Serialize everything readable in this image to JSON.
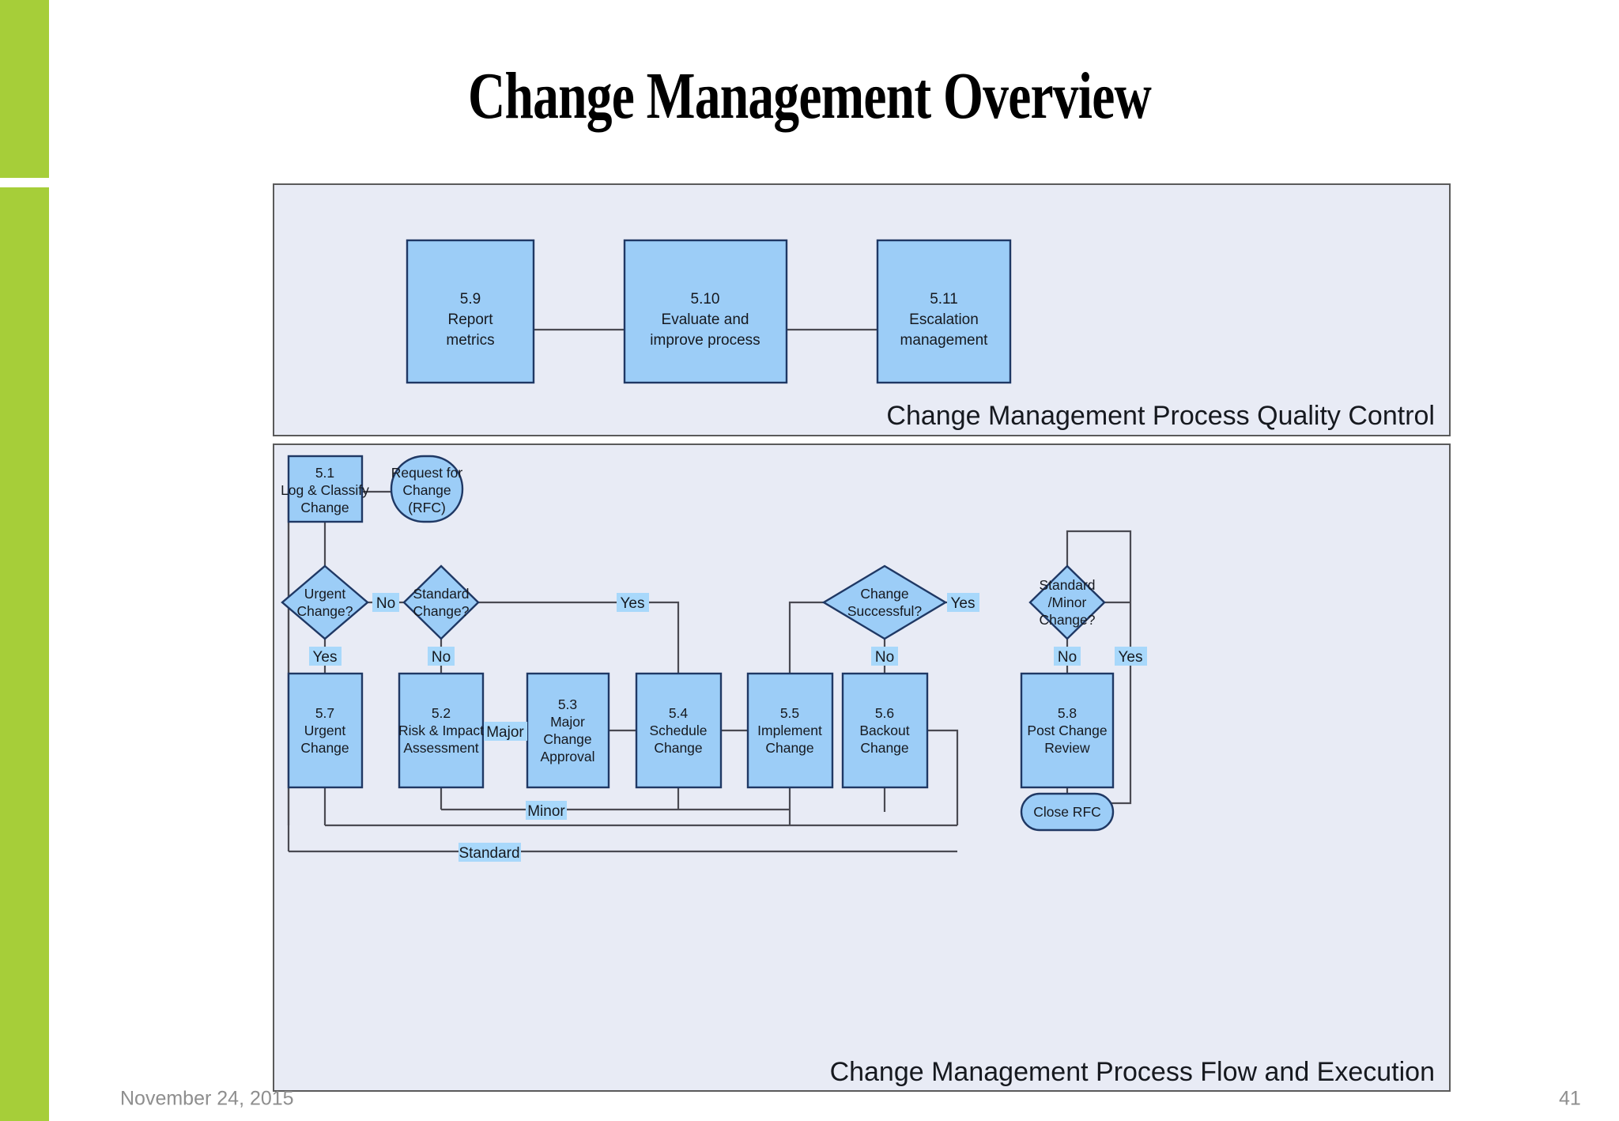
{
  "slide": {
    "title": "Change Management Overview",
    "accent_color": "#a6ce39",
    "node_fill": "#9ccdf7",
    "node_stroke": "#1f3864",
    "panel_fill": "#e8ebf5",
    "panel_stroke": "#5a5a5a",
    "label_highlight": "#a8d8fb"
  },
  "footer": {
    "date": "November 24, 2015",
    "page_number": "41"
  },
  "panels": {
    "quality_control": {
      "caption": "Change Management Process Quality Control"
    },
    "process_flow": {
      "caption": "Change  Management Process Flow and Execution"
    }
  },
  "chart_data": {
    "type": "diagram",
    "title": "Change Management Overview",
    "nodes": [
      {
        "id": "n59",
        "shape": "process",
        "num": "5.9",
        "lines": [
          "5.9",
          "Report",
          "metrics"
        ]
      },
      {
        "id": "n510",
        "shape": "process",
        "num": "5.10",
        "lines": [
          "5.10",
          "Evaluate and",
          "improve process"
        ]
      },
      {
        "id": "n511",
        "shape": "process",
        "num": "5.11",
        "lines": [
          "5.11",
          "Escalation",
          "management"
        ]
      },
      {
        "id": "n51",
        "shape": "process",
        "num": "5.1",
        "lines": [
          "5.1",
          "Log & Classify",
          "Change"
        ]
      },
      {
        "id": "rfc",
        "shape": "terminal",
        "num": "",
        "lines": [
          "Request for",
          "Change",
          "(RFC)"
        ]
      },
      {
        "id": "d1",
        "shape": "decision",
        "num": "",
        "lines": [
          "Urgent",
          "Change?"
        ]
      },
      {
        "id": "d2",
        "shape": "decision",
        "num": "",
        "lines": [
          "Standard",
          "Change?"
        ]
      },
      {
        "id": "d3",
        "shape": "decision",
        "num": "",
        "lines": [
          "Change",
          "Successful?"
        ]
      },
      {
        "id": "d4",
        "shape": "decision",
        "num": "",
        "lines": [
          "Standard",
          "/Minor",
          "Change?"
        ]
      },
      {
        "id": "n57",
        "shape": "process",
        "num": "5.7",
        "lines": [
          "5.7",
          "Urgent",
          "Change"
        ]
      },
      {
        "id": "n52",
        "shape": "process",
        "num": "5.2",
        "lines": [
          "5.2",
          "Risk & Impact",
          "Assessment"
        ]
      },
      {
        "id": "n53",
        "shape": "process",
        "num": "5.3",
        "lines": [
          "5.3",
          "Major",
          "Change",
          "Approval"
        ]
      },
      {
        "id": "n54",
        "shape": "process",
        "num": "5.4",
        "lines": [
          "5.4",
          "Schedule",
          "Change"
        ]
      },
      {
        "id": "n55",
        "shape": "process",
        "num": "5.5",
        "lines": [
          "5.5",
          "Implement",
          "Change"
        ]
      },
      {
        "id": "n56",
        "shape": "process",
        "num": "5.6",
        "lines": [
          "5.6",
          "Backout",
          "Change"
        ]
      },
      {
        "id": "n58",
        "shape": "process",
        "num": "5.8",
        "lines": [
          "5.8",
          "Post Change",
          "Review"
        ]
      },
      {
        "id": "close",
        "shape": "terminal",
        "num": "",
        "lines": [
          "Close RFC"
        ]
      }
    ],
    "edge_labels": [
      {
        "id": "e_no1",
        "text": "No"
      },
      {
        "id": "e_yes1",
        "text": "Yes"
      },
      {
        "id": "e_yes2",
        "text": "Yes"
      },
      {
        "id": "e_no2",
        "text": "No"
      },
      {
        "id": "e_major",
        "text": "Major"
      },
      {
        "id": "e_minor",
        "text": "Minor"
      },
      {
        "id": "e_std",
        "text": "Standard"
      },
      {
        "id": "e_yes3",
        "text": "Yes"
      },
      {
        "id": "e_no3",
        "text": "No"
      },
      {
        "id": "e_no4",
        "text": "No"
      },
      {
        "id": "e_yes4",
        "text": "Yes"
      }
    ]
  }
}
